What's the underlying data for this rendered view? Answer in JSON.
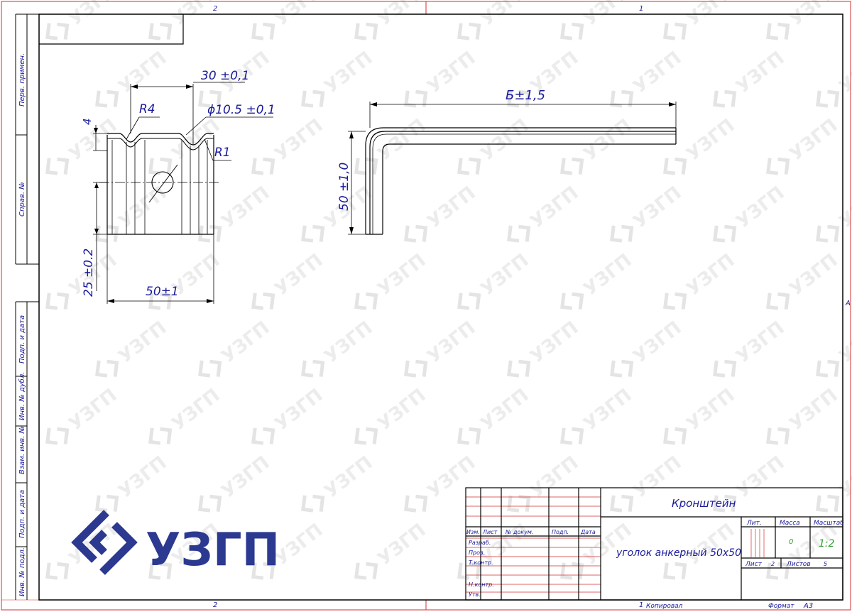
{
  "zone_marks": {
    "top_left": "2",
    "top_right": "1",
    "bottom_left": "2",
    "bottom_right": "1",
    "right": "A"
  },
  "side_strip": {
    "perv_primen": "Перв. примен.",
    "sprav_no": "Справ. №",
    "podp_data_1": "Подп. и дата",
    "inv_dubl": "Инв. № дубл.",
    "vzam_inv": "Взам. инв. №",
    "podp_data_2": "Подп. и дата",
    "inv_podl": "Инв. № подл."
  },
  "dimensions": {
    "d30": "30 ±0,1",
    "r4": "R4",
    "phi": "ϕ10.5 ±0,1",
    "four": "4",
    "r1": "R1",
    "d25": "25 ±0.2",
    "d50w": "50±1",
    "b": "Б±1,5",
    "d50h": "50 ±1,0"
  },
  "title_block": {
    "name": "Кронштейн",
    "description": "уголок анкерный 50х50",
    "col_izm": "Изм.",
    "col_list": "Лист",
    "col_doc": "№ докум.",
    "col_podp": "Подп.",
    "col_data": "Дата",
    "razrab": "Разраб.",
    "prov": "Пров.",
    "tkontr": "Т.контр.",
    "nkontr": "Н.контр.",
    "utv": "Утв.",
    "lit": "Лит.",
    "massa": "Масса",
    "masshtab": "Масштаб",
    "massa_val": "0",
    "scale_val": "1:2",
    "list_label": "Лист",
    "list_val": "2",
    "listov_label": "Листов",
    "listov_val": "5",
    "kopiroval": "Копировал",
    "format_label": "Формат",
    "format_val": "А3"
  },
  "logo": {
    "text": "УЗГП",
    "color": "#2b3990"
  },
  "watermark": {
    "text": "УЗГП"
  },
  "colors": {
    "dimension": "#1a1a9a",
    "red_lines": "#d32f2f",
    "logo": "#2b3990"
  }
}
